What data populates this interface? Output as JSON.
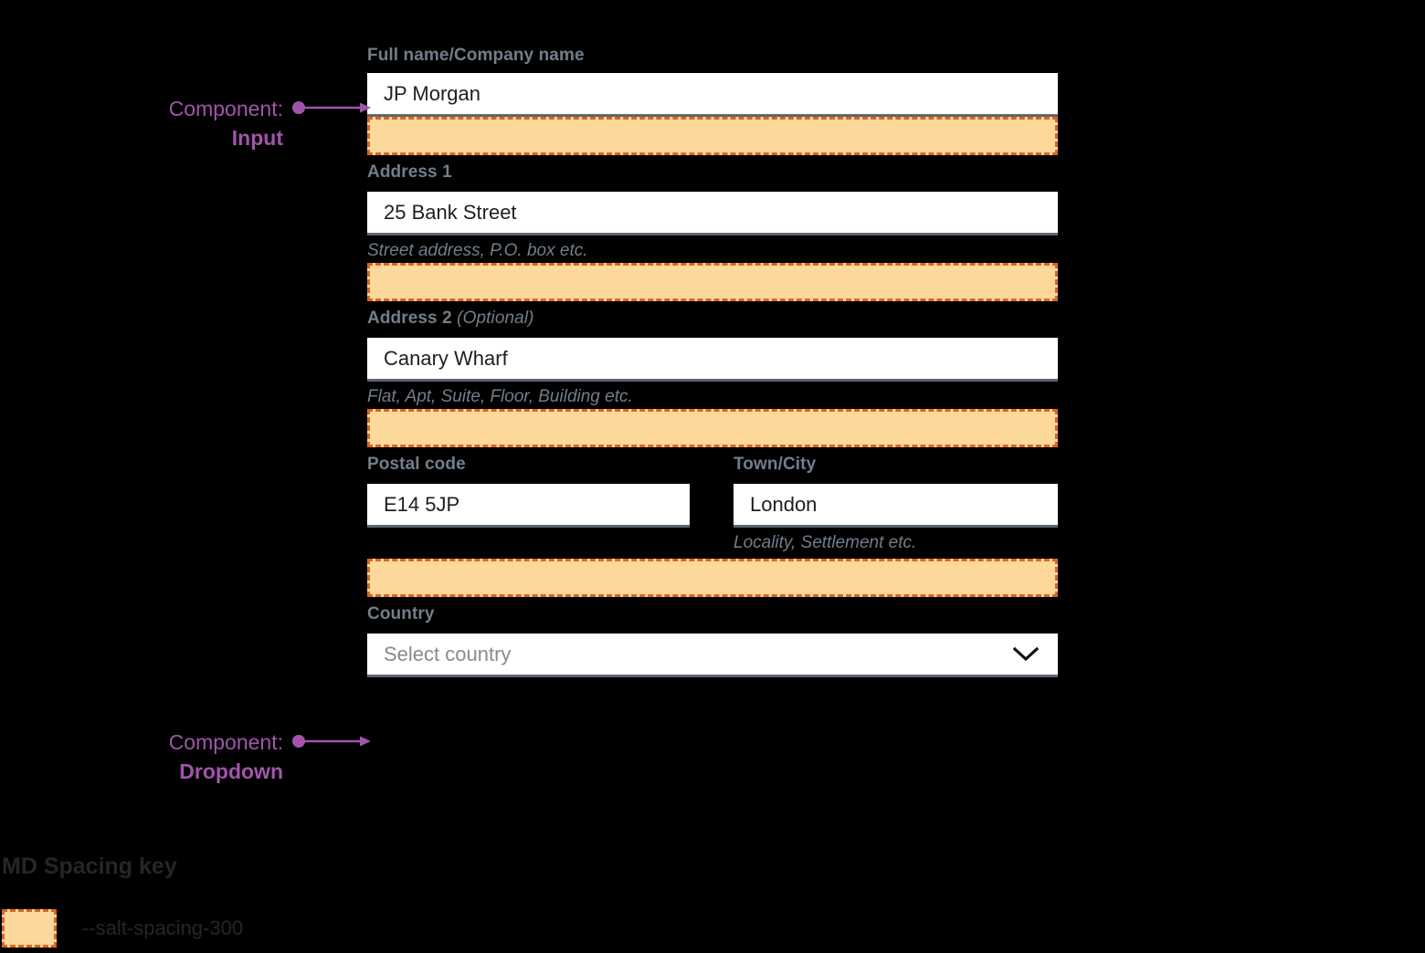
{
  "form": {
    "fields": [
      {
        "id": "full-name",
        "label": "Full name/Company name",
        "optional_suffix": "",
        "value": "JP Morgan",
        "placeholder": "",
        "helper": ""
      },
      {
        "id": "address-1",
        "label": "Address 1",
        "optional_suffix": "",
        "value": "25 Bank Street",
        "placeholder": "",
        "helper": "Street address, P.O. box etc."
      },
      {
        "id": "address-2",
        "label": "Address 2",
        "optional_suffix": "(Optional)",
        "value": "Canary Wharf",
        "placeholder": "",
        "helper": "Flat, Apt, Suite, Floor, Building etc."
      },
      {
        "id": "postal-code",
        "label": "Postal code",
        "optional_suffix": "",
        "value": "E14 5JP",
        "placeholder": "",
        "helper": ""
      },
      {
        "id": "town-city",
        "label": "Town/City",
        "optional_suffix": "",
        "value": "London",
        "placeholder": "",
        "helper": "Locality, Settlement etc."
      },
      {
        "id": "country",
        "label": "Country",
        "optional_suffix": "",
        "value": "",
        "placeholder": "Select country",
        "helper": ""
      }
    ]
  },
  "annotations": [
    {
      "id": "input-annotation",
      "prefix": "Component:",
      "name": "Input",
      "icon": "arrow-right-icon"
    },
    {
      "id": "dropdown-annotation",
      "prefix": "Component:",
      "name": "Dropdown",
      "icon": "arrow-right-icon"
    }
  ],
  "icons": {
    "chevron_down": "chevron-down-icon"
  },
  "legend": {
    "title": "MD Spacing key",
    "items": [
      {
        "token": "--salt-spacing-300"
      }
    ]
  },
  "colors": {
    "accent_purple": "#a254ab",
    "spacing_fill": "#fcd89b",
    "spacing_border": "#d9661f",
    "label_gray": "#737e89",
    "input_underline": "#5c6670",
    "background": "#000000"
  }
}
